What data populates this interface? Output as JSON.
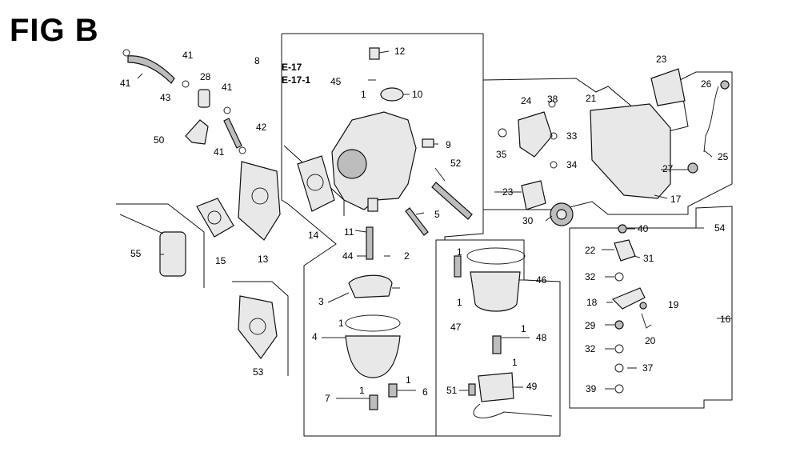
{
  "figure": {
    "title": "FIG B",
    "refs": [
      "E-17",
      "E-17-1"
    ]
  },
  "callouts": [
    {
      "id": "c41a",
      "text": "41"
    },
    {
      "id": "c41b",
      "text": "41"
    },
    {
      "id": "c41c",
      "text": "41"
    },
    {
      "id": "c41d",
      "text": "41"
    },
    {
      "id": "c43",
      "text": "43"
    },
    {
      "id": "c28",
      "text": "28"
    },
    {
      "id": "c42",
      "text": "42"
    },
    {
      "id": "c50",
      "text": "50"
    },
    {
      "id": "c55",
      "text": "55"
    },
    {
      "id": "c15",
      "text": "15"
    },
    {
      "id": "c13",
      "text": "13"
    },
    {
      "id": "c14",
      "text": "14"
    },
    {
      "id": "c53",
      "text": "53"
    },
    {
      "id": "c8",
      "text": "8"
    },
    {
      "id": "c45",
      "text": "45"
    },
    {
      "id": "c12",
      "text": "12"
    },
    {
      "id": "c1a",
      "text": "1"
    },
    {
      "id": "c10",
      "text": "10"
    },
    {
      "id": "c9",
      "text": "9"
    },
    {
      "id": "c52",
      "text": "52"
    },
    {
      "id": "c5",
      "text": "5"
    },
    {
      "id": "c11",
      "text": "11"
    },
    {
      "id": "c44",
      "text": "44"
    },
    {
      "id": "c2",
      "text": "2"
    },
    {
      "id": "c3",
      "text": "3"
    },
    {
      "id": "c4",
      "text": "4"
    },
    {
      "id": "c1b",
      "text": "1"
    },
    {
      "id": "c7",
      "text": "7"
    },
    {
      "id": "c1c",
      "text": "1"
    },
    {
      "id": "c1d",
      "text": "1"
    },
    {
      "id": "c6",
      "text": "6"
    },
    {
      "id": "c46",
      "text": "46"
    },
    {
      "id": "c1e",
      "text": "1"
    },
    {
      "id": "c1f",
      "text": "1"
    },
    {
      "id": "c47",
      "text": "47"
    },
    {
      "id": "c1g",
      "text": "1"
    },
    {
      "id": "c48",
      "text": "48"
    },
    {
      "id": "c1h",
      "text": "1"
    },
    {
      "id": "c51",
      "text": "51"
    },
    {
      "id": "c49",
      "text": "49"
    },
    {
      "id": "c24",
      "text": "24"
    },
    {
      "id": "c38",
      "text": "38"
    },
    {
      "id": "c33",
      "text": "33"
    },
    {
      "id": "c35",
      "text": "35"
    },
    {
      "id": "c34",
      "text": "34"
    },
    {
      "id": "c23a",
      "text": "23"
    },
    {
      "id": "c30",
      "text": "30"
    },
    {
      "id": "c21",
      "text": "21"
    },
    {
      "id": "c23b",
      "text": "23"
    },
    {
      "id": "c26",
      "text": "26"
    },
    {
      "id": "c25",
      "text": "25"
    },
    {
      "id": "c27",
      "text": "27"
    },
    {
      "id": "c17",
      "text": "17"
    },
    {
      "id": "c54",
      "text": "54"
    },
    {
      "id": "c40",
      "text": "40"
    },
    {
      "id": "c22",
      "text": "22"
    },
    {
      "id": "c31",
      "text": "31"
    },
    {
      "id": "c32a",
      "text": "32"
    },
    {
      "id": "c18",
      "text": "18"
    },
    {
      "id": "c19",
      "text": "19"
    },
    {
      "id": "c29",
      "text": "29"
    },
    {
      "id": "c20",
      "text": "20"
    },
    {
      "id": "c16",
      "text": "16"
    },
    {
      "id": "c32b",
      "text": "32"
    },
    {
      "id": "c37",
      "text": "37"
    },
    {
      "id": "c39",
      "text": "39"
    }
  ]
}
